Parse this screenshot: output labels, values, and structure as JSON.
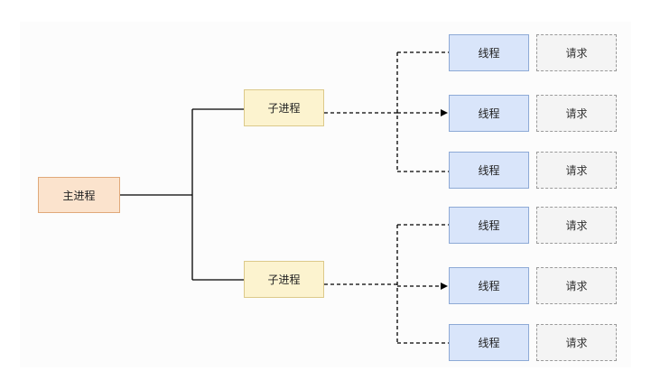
{
  "diagram": {
    "main_process": {
      "label": "主进程"
    },
    "sub_processes": [
      {
        "label": "子进程",
        "threads": [
          {
            "label": "线程",
            "request": "请求"
          },
          {
            "label": "线程",
            "request": "请求"
          },
          {
            "label": "线程",
            "request": "请求"
          }
        ]
      },
      {
        "label": "子进程",
        "threads": [
          {
            "label": "线程",
            "request": "请求"
          },
          {
            "label": "线程",
            "request": "请求"
          },
          {
            "label": "线程",
            "request": "请求"
          }
        ]
      }
    ]
  },
  "colors": {
    "main_fill": "#fbe3cd",
    "sub_fill": "#fcf3cf",
    "thread_fill": "#d9e5fa",
    "request_fill": "#f4f4f4",
    "line": "#000000"
  }
}
